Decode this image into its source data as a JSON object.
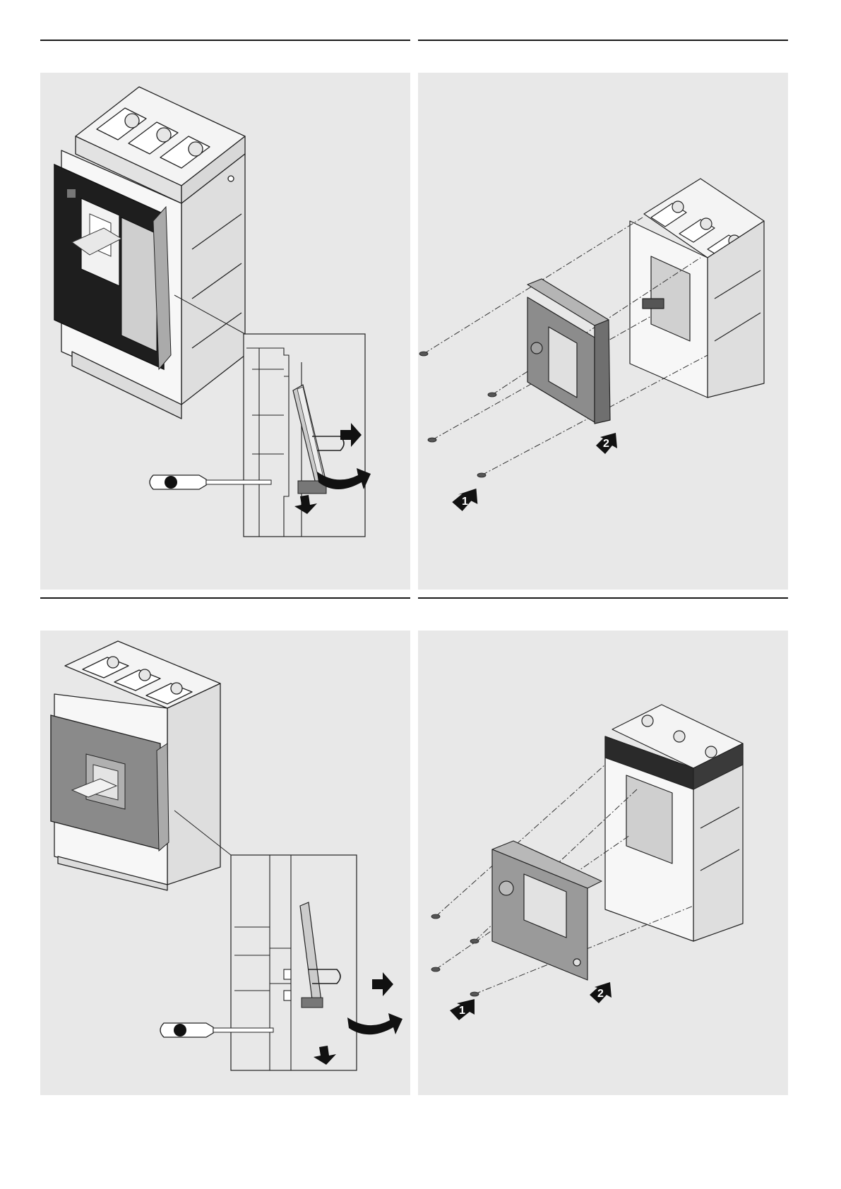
{
  "colors": {
    "page_bg": "#ffffff",
    "panel_bg": "#e8e8e8",
    "rule": "#1a1a1a",
    "device_face": "#f4f4f4",
    "device_line": "#222222",
    "cover_dark": "#1e1e1e",
    "cover_grey": "#8a8a8a",
    "plate_grey": "#8c8c8c",
    "arrow": "#111111"
  },
  "panels": {
    "top_right": {
      "step_1": "1",
      "step_2": "2"
    },
    "bottom_right": {
      "step_1": "1",
      "step_2": "2"
    }
  },
  "icons": [
    "screwdriver-icon",
    "push-arrow-icon",
    "curved-arrow-icon",
    "down-arrow-icon",
    "screw-icon",
    "removal-arrow-icon"
  ]
}
